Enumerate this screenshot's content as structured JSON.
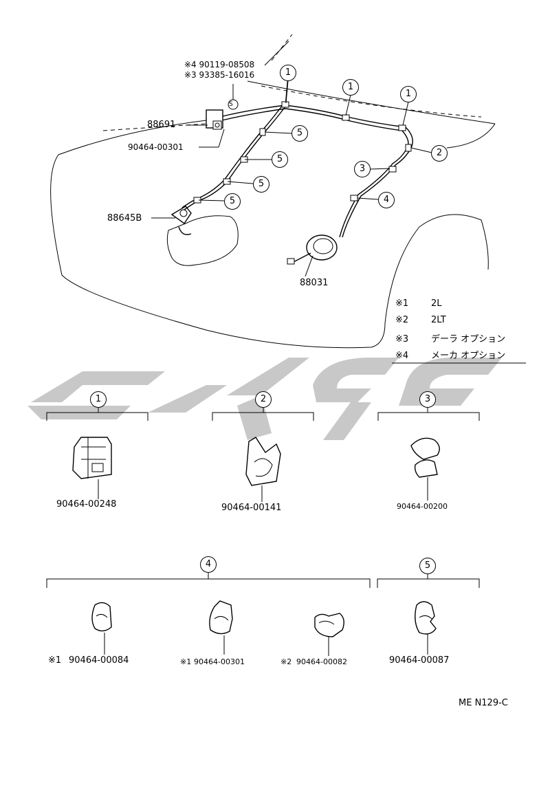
{
  "callouts": {
    "top_note_4": "※4 90119-08508",
    "top_note_3": "※3 93385-16016",
    "part_88691": "88691",
    "part_90464_00301": "90464-00301",
    "part_88645B": "88645B",
    "part_88031": "88031",
    "symbol_s": "S"
  },
  "circle_numbers": {
    "c1a": "1",
    "c1b": "1",
    "c1c": "1",
    "c2": "2",
    "c3": "3",
    "c4": "4",
    "c5a": "5",
    "c5b": "5",
    "c5c": "5",
    "c5d": "5"
  },
  "legend": [
    {
      "key": "※1",
      "value": "2L"
    },
    {
      "key": "※2",
      "value": "2LT"
    },
    {
      "key": "※3",
      "value": "デーラ オプション"
    },
    {
      "key": "※4",
      "value": "メーカ オプション"
    }
  ],
  "clips": {
    "group1": {
      "num": "1",
      "part": "90464-00248"
    },
    "group2": {
      "num": "2",
      "part": "90464-00141"
    },
    "group3": {
      "num": "3",
      "part": "90464-00200"
    },
    "group4": {
      "num": "4",
      "parts": [
        {
          "note": "※1",
          "part": "90464-00084"
        },
        {
          "note": "※1",
          "part": "90464-00301"
        },
        {
          "note": "※2",
          "part": "90464-00082"
        }
      ]
    },
    "group5": {
      "num": "5",
      "part": "90464-00087"
    }
  },
  "drawing_code": "ME N129-C"
}
